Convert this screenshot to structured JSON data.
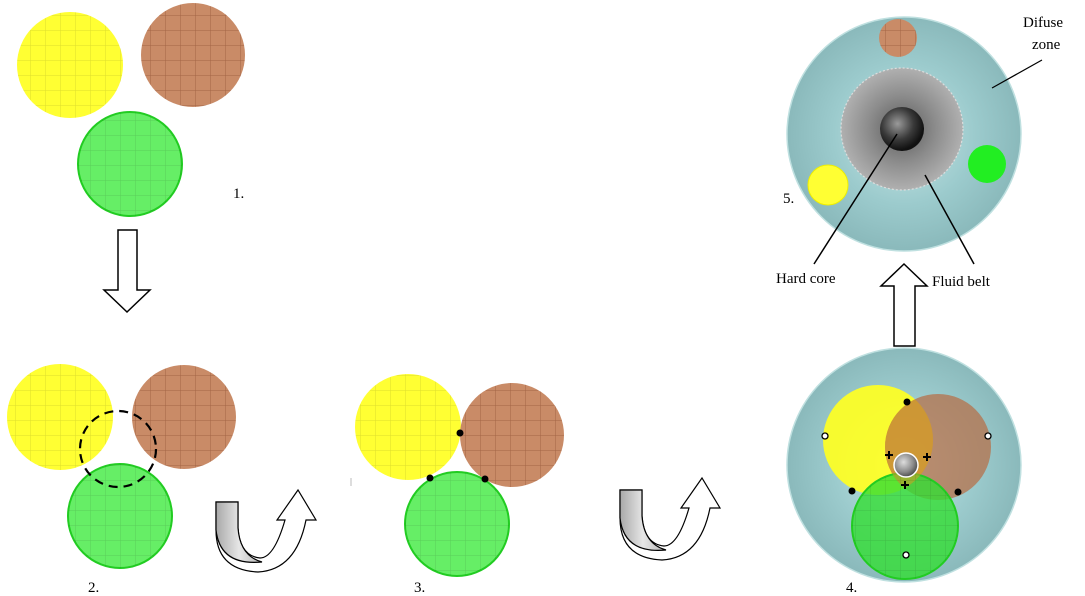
{
  "steps": {
    "step1": "1.",
    "step2": "2.",
    "step3": "3.",
    "step4": "4.",
    "step5": "5."
  },
  "labels": {
    "diffuse_zone_line1": "Difuse",
    "diffuse_zone_line2": "zone",
    "hard_core": "Hard core",
    "fluid_belt": "Fluid  belt"
  },
  "colors": {
    "yellow": "#ffff33",
    "brown": "#c98b67",
    "green": "#55ee55",
    "diffuse_zone": "#8fc4c6",
    "fluid_belt": "#999999",
    "hard_core": "#303030",
    "arrow_fill": "#c8c8c8"
  }
}
